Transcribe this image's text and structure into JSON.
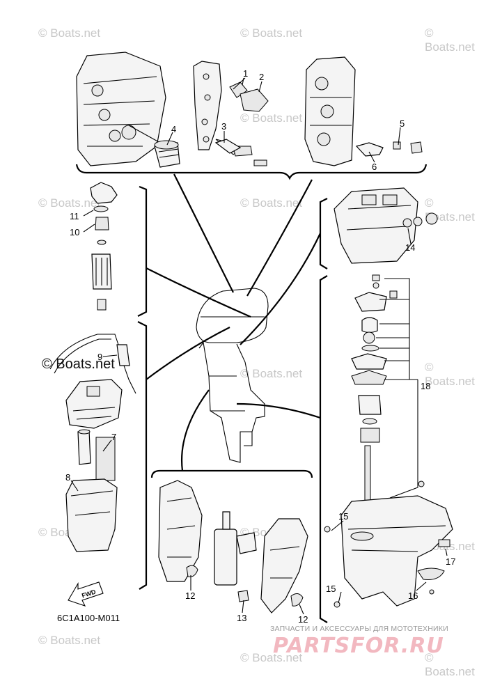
{
  "watermarks": [
    "© Boats.net",
    "© Boats.net",
    "© Boats.net",
    "© Boats.net",
    "© Boats.net",
    "© Boats.net",
    "© Boats.net",
    "© Boats.net",
    "© Boats.net",
    "© Boats.net",
    "© Boats.net",
    "© Boats.net",
    "© Boats.net",
    "© Boats.net",
    "© Boats.net"
  ],
  "watermark_large": "© Boats.net",
  "callouts": [
    "1",
    "2",
    "3",
    "4",
    "5",
    "6",
    "7",
    "8",
    "9",
    "10",
    "11",
    "12",
    "12",
    "13",
    "14",
    "15",
    "15",
    "16",
    "17",
    "18"
  ],
  "fwd_label": "FWD",
  "diagram_code": "6C1A100-M011",
  "promo_text": "ЗАПЧАСТИ И АКСЕССУАРЫ ДЛЯ МОТОТЕХНИКИ",
  "logo_text": "PARTSFOR.RU"
}
